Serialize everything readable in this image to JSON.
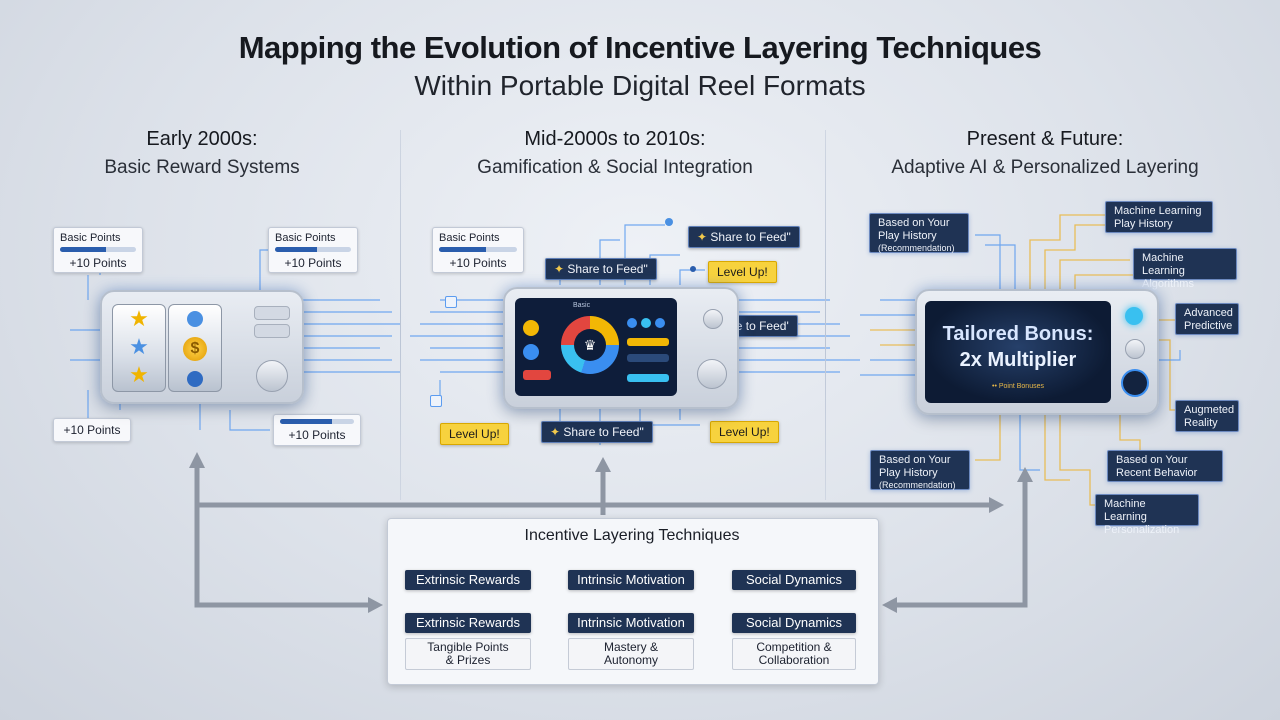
{
  "header": {
    "title": "Mapping the Evolution of Incentive Layering Techniques",
    "subtitle": "Within Portable Digital Reel Formats"
  },
  "eras": [
    {
      "title": "Early 2000s:",
      "subtitle": "Basic Reward Systems"
    },
    {
      "title": "Mid-2000s to 2010s:",
      "subtitle": "Gamification & Social Integration"
    },
    {
      "title": "Present & Future:",
      "subtitle": "Adaptive AI & Personalized Layering"
    }
  ],
  "era1": {
    "cards": [
      {
        "label": "Basic Points",
        "value": "+10 Points",
        "progress": 0.6
      },
      {
        "label": "Basic Points",
        "value": "+10 Points",
        "progress": 0.55
      },
      {
        "label": "",
        "value": "+10 Points"
      },
      {
        "label": "",
        "value": "+10 Points",
        "progress": 0.7
      }
    ]
  },
  "era2": {
    "card": {
      "label": "Basic Points",
      "value": "+10 Points",
      "progress": 0.6
    },
    "share_label": "Share to Feed\"",
    "share_label_alt": "Share to Feed'",
    "level_label": "Level Up!",
    "screen_tag": "Basic"
  },
  "era3": {
    "screen_line1": "Tailored Bonus:",
    "screen_line2": "2x Multiplier",
    "screen_small": "•• Point Bonuses",
    "labels": {
      "history_tl_1": "Based on Your",
      "history_tl_2": "Play History",
      "history_tl_3": "(Recommendation)",
      "ml_history_1": "Machine Learning",
      "ml_history_2": "Play History",
      "ml_algo_1": "Machine Learning",
      "ml_algo_2": "Algorithms",
      "adv_1": "Advanced",
      "adv_2": "Predictive",
      "ar_1": "Augmeted",
      "ar_2": "Reality",
      "history_bl_1": "Based on Your",
      "history_bl_2": "Play History",
      "history_bl_3": "(Recommendation)",
      "recent_1": "Based on Your",
      "recent_2": "Recent Behavior",
      "mlp_1": "Machine Learning",
      "mlp_2": "Personalization"
    }
  },
  "techniques": {
    "title": "Incentive Layering Techniques",
    "columns": [
      {
        "top": "Extrinsic Rewards",
        "mid": "Extrinsic Rewards",
        "detail_1": "Tangible Points",
        "detail_2": "& Prizes"
      },
      {
        "top": "Intrinsic Motivation",
        "mid": "Intrinsic Motivation",
        "detail_1": "Mastery &",
        "detail_2": "Autonomy"
      },
      {
        "top": "Social Dynamics",
        "mid": "Social Dynamics",
        "detail_1": "Competition &",
        "detail_2": "Collaboration"
      }
    ]
  },
  "colors": {
    "navy": "#1f3354",
    "accent_blue": "#4a90e2",
    "gold": "#f7d23e",
    "circuit_gold": "#e9b949"
  }
}
